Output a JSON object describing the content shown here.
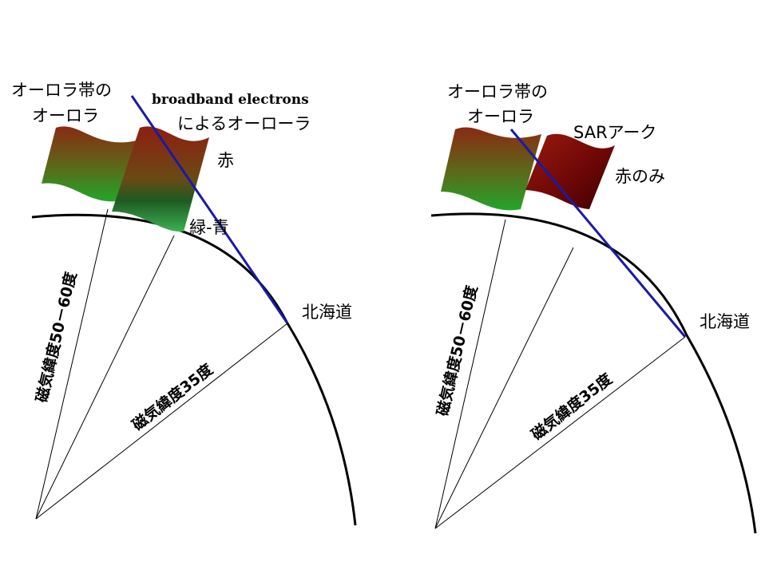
{
  "left_panel": {
    "aurora_belt_label_line1": "オーロラ帯の",
    "aurora_belt_label_line2": "オーロラ",
    "broadband_label_line1": "broadband electrons",
    "broadband_label_line2": "によるオーローラ",
    "red_label": "赤",
    "green_blue_label": "緑-青",
    "hokkaido_label": "北海道",
    "latitude_50_60_label": "磁気緯度50－60度",
    "latitude_35_label": "磁気緯度35度"
  },
  "right_panel": {
    "aurora_belt_label_line1": "オーロラ帯の",
    "aurora_belt_label_line2": "オーロラ",
    "sar_arc_label": "SARアーク",
    "red_only_label": "赤のみ",
    "hokkaido_label": "北海道",
    "latitude_50_60_label": "磁気緯度50－60度",
    "latitude_35_label": "磁気緯度35度"
  },
  "colors": {
    "line_of_sight": "#1a1aa6",
    "earth_surface": "#000000",
    "aurora_red": "#8b1a10",
    "aurora_green": "#2e8b2e",
    "sar_dark_red": "#5a0000"
  }
}
